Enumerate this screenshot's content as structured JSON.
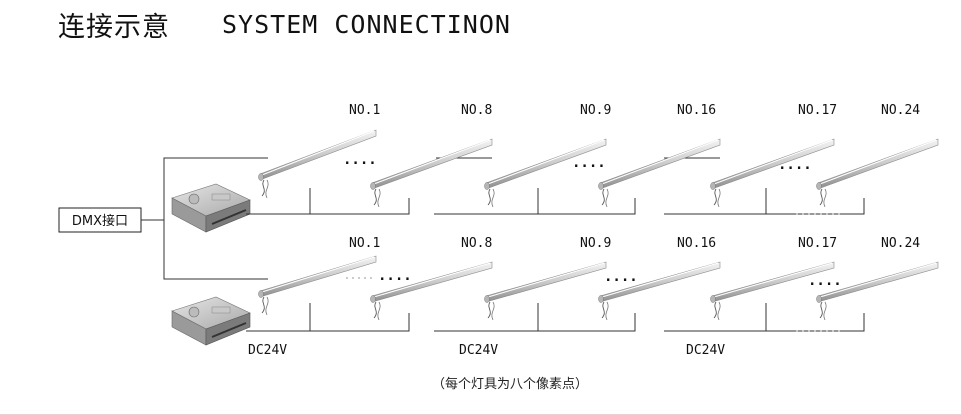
{
  "title": {
    "zh": "连接示意",
    "en": "SYSTEM CONNECTINON"
  },
  "controller": {
    "label": "DMX接口"
  },
  "rows": [
    {
      "labels": [
        "NO.1",
        "NO.8",
        "NO.9",
        "NO.16",
        "NO.17",
        "NO.24"
      ]
    },
    {
      "labels": [
        "NO.1",
        "NO.8",
        "NO.9",
        "NO.16",
        "NO.17",
        "NO.24"
      ]
    }
  ],
  "power_labels": [
    "DC24V",
    "DC24V",
    "DC24V"
  ],
  "ellipsis": "....",
  "note": "（每个灯具为八个像素点）"
}
